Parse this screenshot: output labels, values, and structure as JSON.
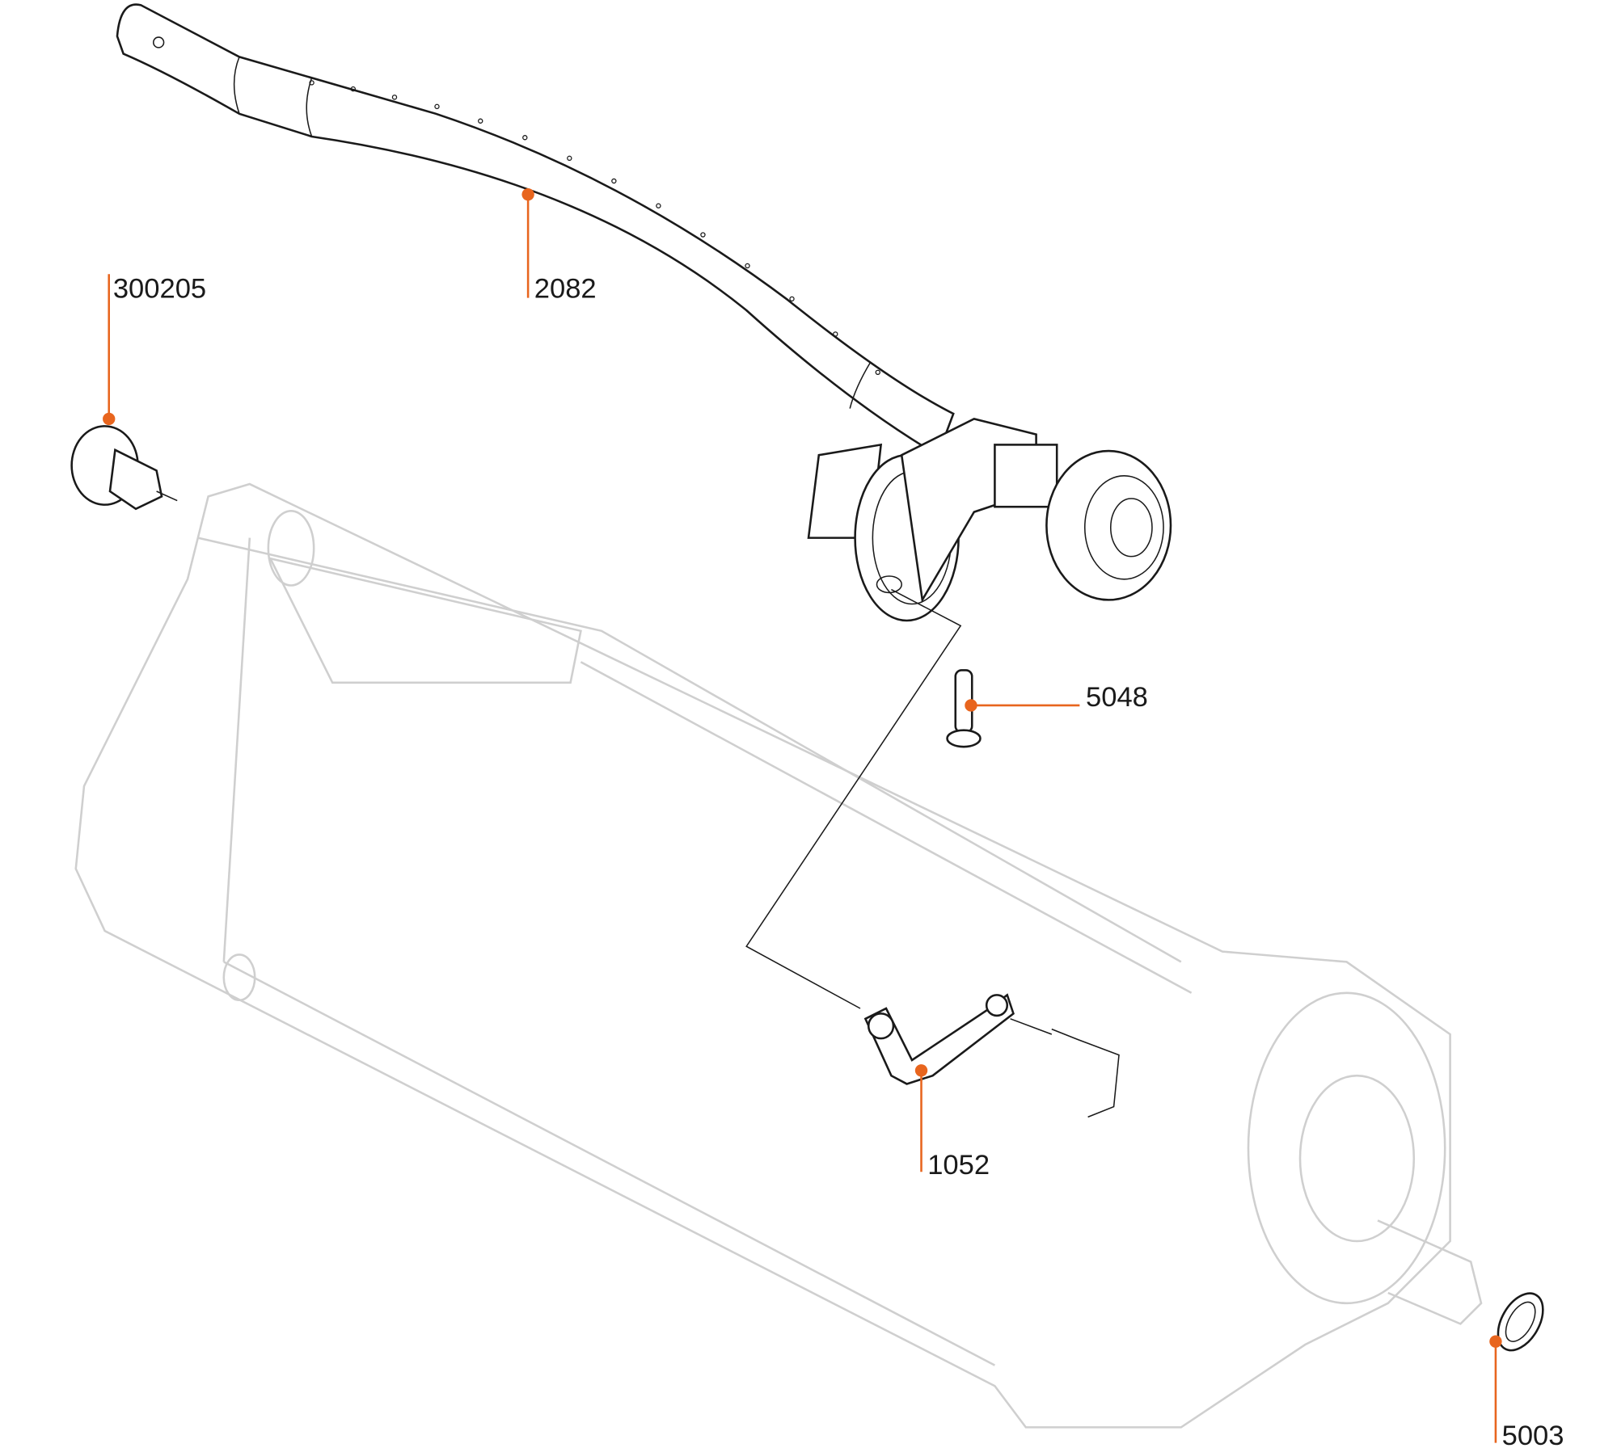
{
  "diagram": {
    "type": "exploded-parts-diagram",
    "accent_color": "#e8651e",
    "parts": [
      {
        "id": "300205",
        "label": "300205"
      },
      {
        "id": "2082",
        "label": "2082"
      },
      {
        "id": "5048",
        "label": "5048"
      },
      {
        "id": "1052",
        "label": "1052"
      },
      {
        "id": "5003",
        "label": "5003"
      }
    ]
  }
}
